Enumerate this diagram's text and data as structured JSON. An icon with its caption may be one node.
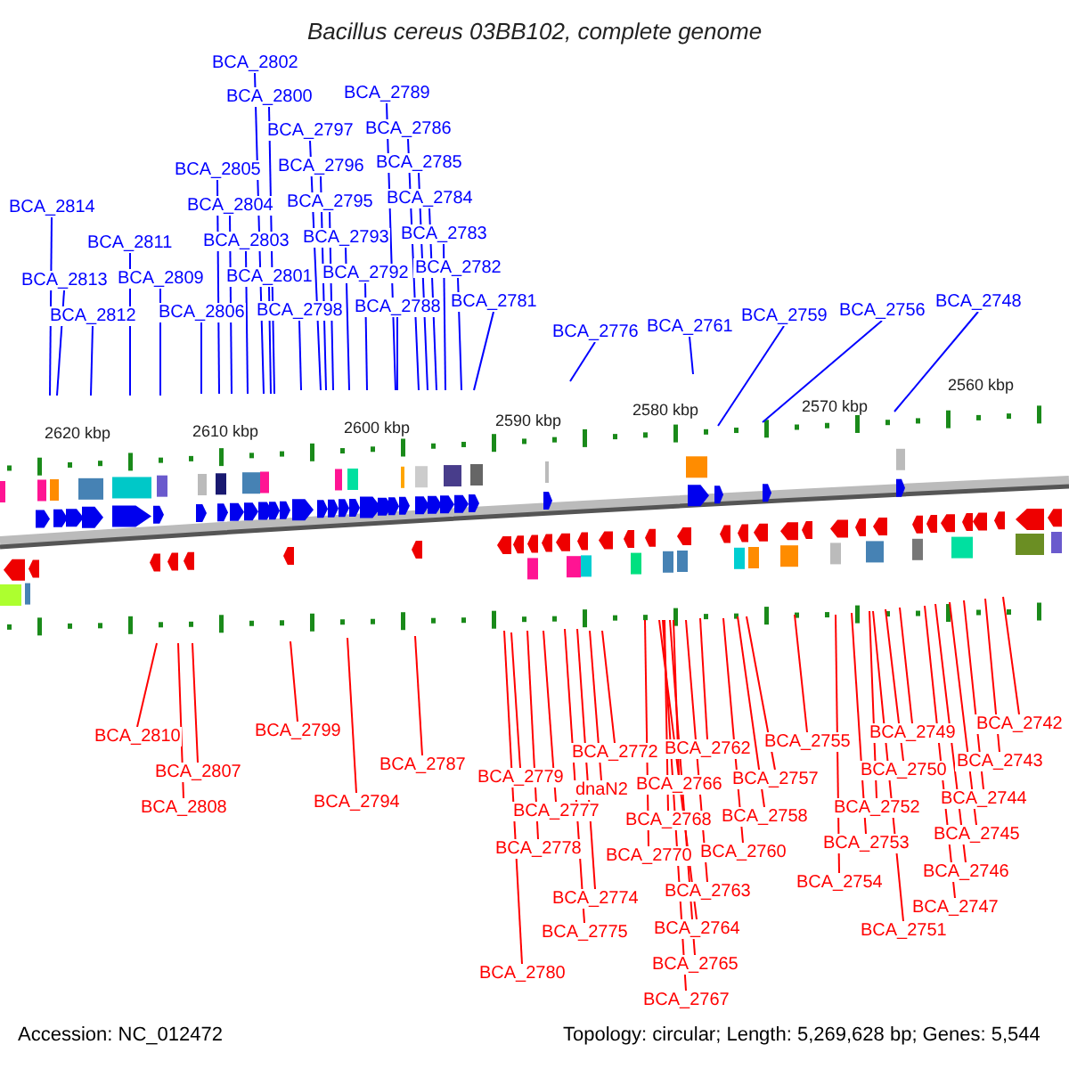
{
  "diagram": {
    "title": "Bacillus cereus 03BB102, complete genome",
    "nodes": [
      {
        "text": [
          "BCA_2814"
        ]
      },
      {
        "text": [
          "BCA_2813"
        ]
      },
      {
        "text": [
          "BCA_2812"
        ]
      },
      {
        "text": [
          "BCA_2811"
        ]
      },
      {
        "text": [
          "BCA_2809"
        ]
      },
      {
        "text": [
          "BCA_2806"
        ]
      },
      {
        "text": [
          "BCA_2805"
        ]
      },
      {
        "text": [
          "BCA_2804"
        ]
      },
      {
        "text": [
          "BCA_2803"
        ]
      },
      {
        "text": [
          "BCA_2802"
        ]
      },
      {
        "text": [
          "BCA_2801"
        ]
      },
      {
        "text": [
          "BCA_2800"
        ]
      },
      {
        "text": [
          "BCA_2798"
        ]
      },
      {
        "text": [
          "BCA_2797"
        ]
      },
      {
        "text": [
          "BCA_2796"
        ]
      },
      {
        "text": [
          "BCA_2795"
        ]
      },
      {
        "text": [
          "BCA_2793"
        ]
      },
      {
        "text": [
          "BCA_2792"
        ]
      },
      {
        "text": [
          "BCA_2789"
        ]
      },
      {
        "text": [
          "BCA_2788"
        ]
      },
      {
        "text": [
          "BCA_2786"
        ]
      },
      {
        "text": [
          "BCA_2785"
        ]
      },
      {
        "text": [
          "BCA_2784"
        ]
      },
      {
        "text": [
          "BCA_2783"
        ]
      },
      {
        "text": [
          "BCA_2782"
        ]
      },
      {
        "text": [
          "BCA_2781"
        ]
      },
      {
        "text": [
          "BCA_2776"
        ]
      },
      {
        "text": [
          "BCA_2761"
        ]
      },
      {
        "text": [
          "BCA_2759"
        ]
      },
      {
        "text": [
          "BCA_2756"
        ]
      },
      {
        "text": [
          "BCA_2748"
        ]
      },
      {
        "text": [
          "BCA_2810"
        ]
      },
      {
        "text": [
          "BCA_2807"
        ]
      },
      {
        "text": [
          "BCA_2808"
        ]
      },
      {
        "text": [
          "BCA_2799"
        ]
      },
      {
        "text": [
          "BCA_2794"
        ]
      },
      {
        "text": [
          "BCA_2787"
        ]
      },
      {
        "text": [
          "BCA_2779"
        ]
      },
      {
        "text": [
          "BCA_2777"
        ]
      },
      {
        "text": [
          "BCA_2778"
        ]
      },
      {
        "text": [
          "BCA_2780"
        ]
      },
      {
        "text": [
          "BCA_2772"
        ]
      },
      {
        "text": [
          "dnaN2"
        ]
      },
      {
        "text": [
          "BCA_2774"
        ]
      },
      {
        "text": [
          "BCA_2775"
        ]
      },
      {
        "text": [
          "BCA_2762"
        ]
      },
      {
        "text": [
          "BCA_2766"
        ]
      },
      {
        "text": [
          "BCA_2768"
        ]
      },
      {
        "text": [
          "BCA_2770"
        ]
      },
      {
        "text": [
          "BCA_2763"
        ]
      },
      {
        "text": [
          "BCA_2764"
        ]
      },
      {
        "text": [
          "BCA_2765"
        ]
      },
      {
        "text": [
          "BCA_2767"
        ]
      },
      {
        "text": [
          "BCA_2755"
        ]
      },
      {
        "text": [
          "BCA_2757"
        ]
      },
      {
        "text": [
          "BCA_2758"
        ]
      },
      {
        "text": [
          "BCA_2760"
        ]
      },
      {
        "text": [
          "BCA_2754"
        ]
      },
      {
        "text": [
          "BCA_2753"
        ]
      },
      {
        "text": [
          "BCA_2752"
        ]
      },
      {
        "text": [
          "BCA_2751"
        ]
      },
      {
        "text": [
          "BCA_2750"
        ]
      },
      {
        "text": [
          "BCA_2749"
        ]
      },
      {
        "text": [
          "BCA_2742"
        ]
      },
      {
        "text": [
          "BCA_2743"
        ]
      },
      {
        "text": [
          "BCA_2744"
        ]
      },
      {
        "text": [
          "BCA_2745"
        ]
      },
      {
        "text": [
          "BCA_2746"
        ]
      },
      {
        "text": [
          "BCA_2747"
        ]
      }
    ],
    "edges": [
      {
        "from": 0,
        "to": null,
        "arrow": "none",
        "color": "#0000ff"
      },
      {
        "from": 1,
        "to": null,
        "arrow": "none",
        "color": "#0000ff"
      },
      {
        "from": 2,
        "to": null,
        "arrow": "none",
        "color": "#0000ff"
      },
      {
        "from": 3,
        "to": null,
        "arrow": "none",
        "color": "#0000ff"
      },
      {
        "from": 4,
        "to": null,
        "arrow": "none",
        "color": "#0000ff"
      },
      {
        "from": 5,
        "to": null,
        "arrow": "none",
        "color": "#0000ff"
      },
      {
        "from": 6,
        "to": null,
        "arrow": "none",
        "color": "#0000ff"
      },
      {
        "from": 7,
        "to": null,
        "arrow": "none",
        "color": "#0000ff"
      },
      {
        "from": 8,
        "to": null,
        "arrow": "none",
        "color": "#0000ff"
      },
      {
        "from": 9,
        "to": null,
        "arrow": "none",
        "color": "#0000ff"
      },
      {
        "from": 10,
        "to": null,
        "arrow": "none",
        "color": "#0000ff"
      },
      {
        "from": 11,
        "to": null,
        "arrow": "none",
        "color": "#0000ff"
      },
      {
        "from": 12,
        "to": null,
        "arrow": "none",
        "color": "#0000ff"
      },
      {
        "from": 13,
        "to": null,
        "arrow": "none",
        "color": "#0000ff"
      },
      {
        "from": 14,
        "to": null,
        "arrow": "none",
        "color": "#0000ff"
      },
      {
        "from": 15,
        "to": null,
        "arrow": "none",
        "color": "#0000ff"
      },
      {
        "from": 16,
        "to": null,
        "arrow": "none",
        "color": "#0000ff"
      },
      {
        "from": 17,
        "to": null,
        "arrow": "none",
        "color": "#0000ff"
      },
      {
        "from": 18,
        "to": null,
        "arrow": "none",
        "color": "#0000ff"
      },
      {
        "from": 19,
        "to": null,
        "arrow": "none",
        "color": "#0000ff"
      },
      {
        "from": 20,
        "to": null,
        "arrow": "none",
        "color": "#0000ff"
      },
      {
        "from": 21,
        "to": null,
        "arrow": "none",
        "color": "#0000ff"
      },
      {
        "from": 22,
        "to": null,
        "arrow": "none",
        "color": "#0000ff"
      },
      {
        "from": 23,
        "to": null,
        "arrow": "none",
        "color": "#0000ff"
      },
      {
        "from": 24,
        "to": null,
        "arrow": "none",
        "color": "#0000ff"
      },
      {
        "from": 25,
        "to": null,
        "arrow": "none",
        "color": "#0000ff"
      },
      {
        "from": 26,
        "to": null,
        "arrow": "none",
        "color": "#0000ff"
      },
      {
        "from": 27,
        "to": null,
        "arrow": "none",
        "color": "#0000ff"
      },
      {
        "from": 28,
        "to": null,
        "arrow": "none",
        "color": "#0000ff"
      },
      {
        "from": 29,
        "to": null,
        "arrow": "none",
        "color": "#0000ff"
      },
      {
        "from": 30,
        "to": null,
        "arrow": "none",
        "color": "#0000ff"
      },
      {
        "from": 31,
        "to": null,
        "arrow": "none"
      },
      {
        "from": 32,
        "to": null,
        "arrow": "none"
      },
      {
        "from": 33,
        "to": null,
        "arrow": "none"
      },
      {
        "from": 34,
        "to": null,
        "arrow": "none"
      },
      {
        "from": 35,
        "to": null,
        "arrow": "none"
      },
      {
        "from": 36,
        "to": null,
        "arrow": "none"
      },
      {
        "from": 37,
        "to": null,
        "arrow": "none"
      },
      {
        "from": 38,
        "to": null,
        "arrow": "none"
      },
      {
        "from": 39,
        "to": null,
        "arrow": "none"
      },
      {
        "from": 40,
        "to": null,
        "arrow": "none"
      },
      {
        "from": 41,
        "to": null,
        "arrow": "none"
      },
      {
        "from": 42,
        "to": null,
        "arrow": "none"
      },
      {
        "from": 43,
        "to": null,
        "arrow": "none"
      },
      {
        "from": 44,
        "to": null,
        "arrow": "none"
      },
      {
        "from": 45,
        "to": null,
        "arrow": "none"
      },
      {
        "from": 46,
        "to": null,
        "arrow": "none"
      },
      {
        "from": 47,
        "to": null,
        "arrow": "none"
      },
      {
        "from": 48,
        "to": null,
        "arrow": "none"
      },
      {
        "from": 49,
        "to": null,
        "arrow": "none"
      },
      {
        "from": 50,
        "to": null,
        "arrow": "none"
      },
      {
        "from": 51,
        "to": null,
        "arrow": "none"
      },
      {
        "from": 52,
        "to": null,
        "arrow": "none"
      },
      {
        "from": 53,
        "to": null,
        "arrow": "none"
      },
      {
        "from": 54,
        "to": null,
        "arrow": "none"
      },
      {
        "from": 55,
        "to": null,
        "arrow": "none"
      },
      {
        "from": 56,
        "to": null,
        "arrow": "none"
      },
      {
        "from": 57,
        "to": null,
        "arrow": "none"
      },
      {
        "from": 58,
        "to": null,
        "arrow": "none"
      },
      {
        "from": 59,
        "to": null,
        "arrow": "none"
      },
      {
        "from": 60,
        "to": null,
        "arrow": "none"
      },
      {
        "from": 61,
        "to": null,
        "arrow": "none"
      },
      {
        "from": 62,
        "to": null,
        "arrow": "none"
      },
      {
        "from": 63,
        "to": null,
        "arrow": "none"
      },
      {
        "from": 64,
        "to": null,
        "arrow": "none"
      },
      {
        "from": 65,
        "to": null,
        "arrow": "none"
      },
      {
        "from": 66,
        "to": null,
        "arrow": "none"
      },
      {
        "from": 67,
        "to": null,
        "arrow": "none"
      },
      {
        "from": 68,
        "to": null,
        "arrow": "none"
      }
    ],
    "labels": [
      "2620 kbp",
      "2610 kbp",
      "2600 kbp",
      "2590 kbp",
      "2580 kbp",
      "2570 kbp",
      "2560 kbp",
      "Accession: NC_012472",
      "Topology: circular; Length: 5,269,628 bp; Genes: 5,544"
    ]
  }
}
